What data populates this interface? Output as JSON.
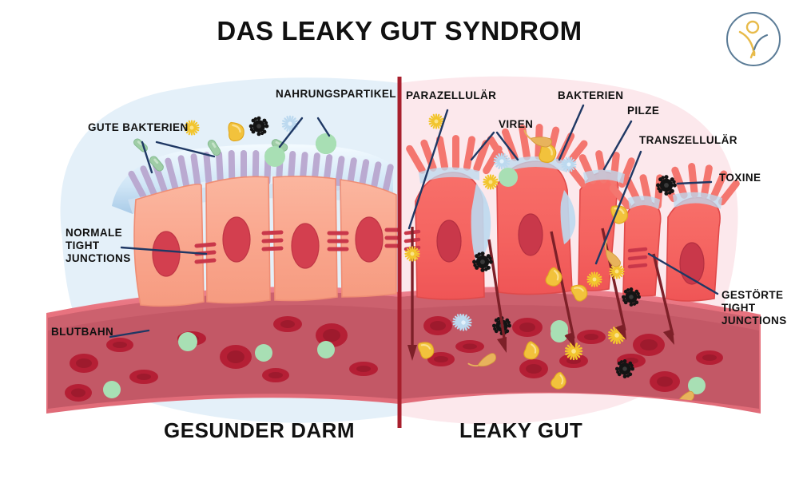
{
  "header": {
    "title": "DAS LEAKY GUT SYNDROM",
    "logo": {
      "name": "wellness-person-logo",
      "circle_color": "#5a7b96",
      "figure_color": "#e8bb4a"
    }
  },
  "colors": {
    "left_background": "#e4f0f9",
    "right_background": "#fce8ec",
    "divider": "#a81f2d",
    "label_text": "#111111",
    "leader_line": "#1f3864",
    "healthy_cell": "#f9a58c",
    "healthy_cell_edge": "#ef8d74",
    "healthy_nucleus": "#d33f4f",
    "leaky_cell": "#f4625f",
    "leaky_cell_edge": "#e04a4a",
    "leaky_nucleus": "#c9384a",
    "mucus": "#bdd9ef",
    "microvilli_healthy": "#b9a7cf",
    "microvilli_leaky": "#f4766f",
    "vessel_wall": "#e8737f",
    "vessel_lumen": "#c35866",
    "red_blood_cell": "#b51f35",
    "nutrient_green": "#a8dfb4",
    "bacteria_green": "#8fc79a",
    "virus_yellow": "#f2c52e",
    "virus_blue": "#bcd9ef",
    "toxin_black": "#141414",
    "fungus_yellow": "#f2c23c",
    "arrow_dark": "#7d2028"
  },
  "labels": {
    "gute_bakterien": "GUTE BAKTERIEN",
    "nahrungspartikel": "NAHRUNGSPARTIKEL",
    "normale_tight_junctions": "NORMALE\nTIGHT\nJUNCTIONS",
    "blutbahn": "BLUTBAHN",
    "parazellulaer": "PARAZELLULÄR",
    "viren": "VIREN",
    "bakterien": "BAKTERIEN",
    "pilze": "PILZE",
    "transzellulaer": "TRANSZELLULÄR",
    "toxine": "TOXINE",
    "gestoerte_tight_junctions": "GESTÖRTE\nTIGHT\nJUNCTIONS"
  },
  "captions": {
    "left": "GESUNDER DARM",
    "right": "LEAKY GUT"
  },
  "legend_icons": {
    "good_bacteria": "green-rod-bacteria-icon",
    "food_particle": "green-sphere-icon",
    "virus": "sunburst-virus-icon",
    "bacteria": "rod-bacterium-icon",
    "fungus": "kidney-fungus-icon",
    "toxin": "spiky-toxin-icon",
    "red_blood_cell": "red-blood-cell-icon",
    "tight_junction": "tight-junction-bars-icon",
    "arrow": "down-arrow-icon"
  },
  "diagram": {
    "healthy_cells": 4,
    "leaky_cells": 5,
    "routes": [
      "PARAZELLULÄR",
      "TRANSZELLULÄR"
    ]
  }
}
